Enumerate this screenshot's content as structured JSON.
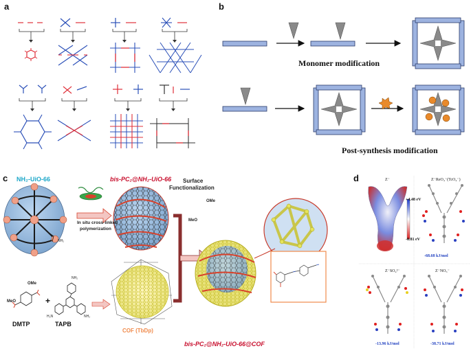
{
  "panels": {
    "a": {
      "letter": "a"
    },
    "b": {
      "letter": "b",
      "monomer_modification": "Monomer modification",
      "post_synthesis_modification": "Post-synthesis modification"
    },
    "c": {
      "letter": "c",
      "nh2_uio66": "NH₂-UiO-66",
      "nh2_group": "NH₂",
      "bis_pc2_nh2_uio66": "bis-PC₂@NH₂-UiO-66",
      "in_situ": "In situ cross-linked",
      "polymerization": "polymerization",
      "surface": "Surface",
      "functionalization": "Functionalization",
      "dmtp": "DMTP",
      "plus": "+",
      "tapb": "TAPB",
      "cof_tbdp": "COF (TbDp)",
      "final": "bis-PC₂@NH₂-UiO-66@COF",
      "ome": "OMe",
      "meo": "MeO",
      "nh2": "NH₂",
      "h2n": "H₂N"
    },
    "d": {
      "letter": "d",
      "z_label": "Z⁻",
      "z_reo4": "Z⁻ReO₄⁻(TcO₄⁻)",
      "z_so4": "Z⁻SO₄²⁻",
      "z_no3": "Z⁻NO₃⁻",
      "esp_max": "+4.48 eV",
      "esp_min": "-0.81 eV",
      "energy_reo4": "-68.68 kJ/mol",
      "energy_so4": "-13.96 kJ/mol",
      "energy_no3": "-38.71 kJ/mol"
    }
  },
  "colors": {
    "red": "#e0303a",
    "blue": "#2a4fb8",
    "bar_blue": "#9db3e0",
    "gray_wedge": "#8a8a8a",
    "orange": "#e98a2b",
    "cyan_text": "#1aa6c8",
    "cof_orange": "#f08a4b",
    "dark_red": "#c8102e"
  }
}
